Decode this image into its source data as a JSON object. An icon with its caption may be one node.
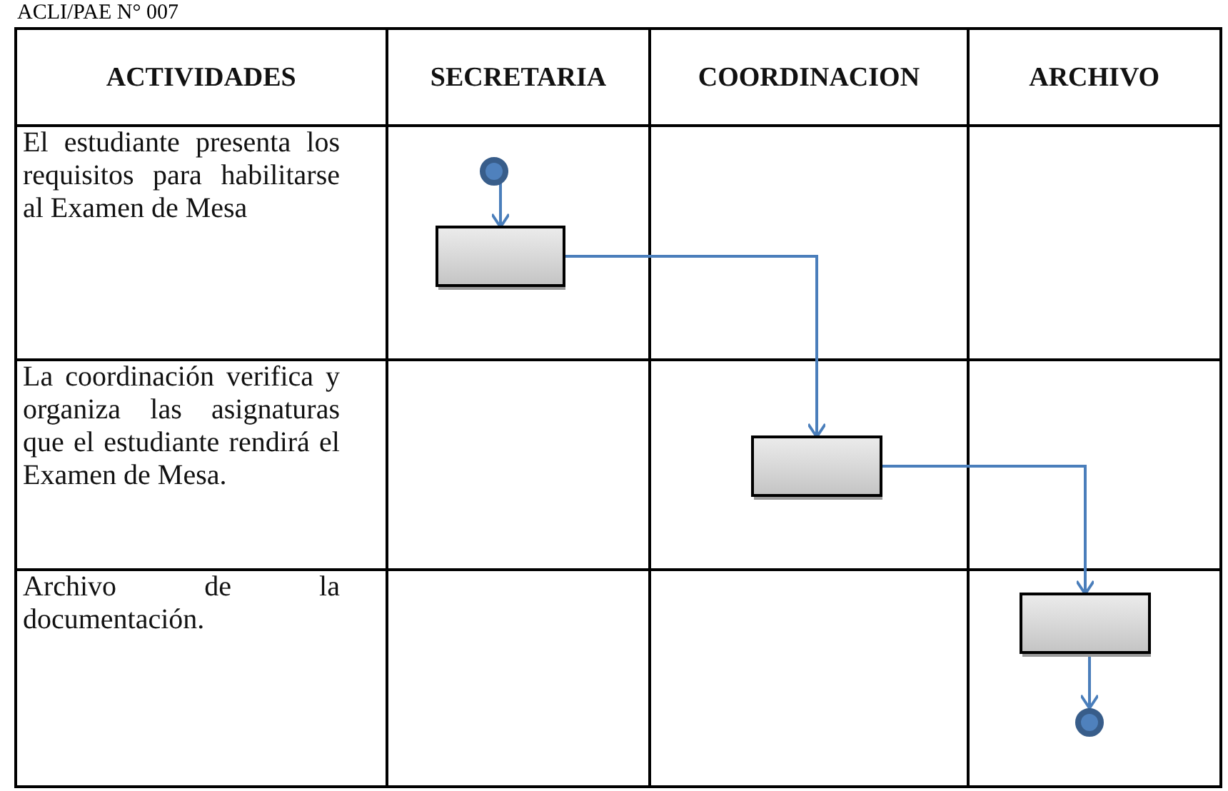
{
  "diagram": {
    "nodes": [
      {
        "text": [],
        "shape": "circle"
      },
      {
        "text": [],
        "shape": "box"
      },
      {
        "text": [],
        "shape": "box"
      },
      {
        "text": [],
        "shape": "box"
      },
      {
        "text": [],
        "shape": "circle"
      }
    ],
    "edges": [
      {
        "from": 0,
        "to": 1,
        "arrow": "to"
      },
      {
        "from": 1,
        "to": 2,
        "arrow": "to"
      },
      {
        "from": 2,
        "to": 3,
        "arrow": "to"
      },
      {
        "from": 3,
        "to": 4,
        "arrow": "to"
      }
    ],
    "labels": [
      "ACLI/PAE N° 007",
      "ACTIVIDADES",
      "SECRETARIA",
      "COORDINACION",
      "ARCHIVO",
      "El estudiante presenta los requisitos para habilitarse al Examen de Mesa",
      "La coordinación verifica y organiza las asignaturas que el estudiante rendirá el Examen de Mesa.",
      "Archivo de la documentación."
    ]
  }
}
